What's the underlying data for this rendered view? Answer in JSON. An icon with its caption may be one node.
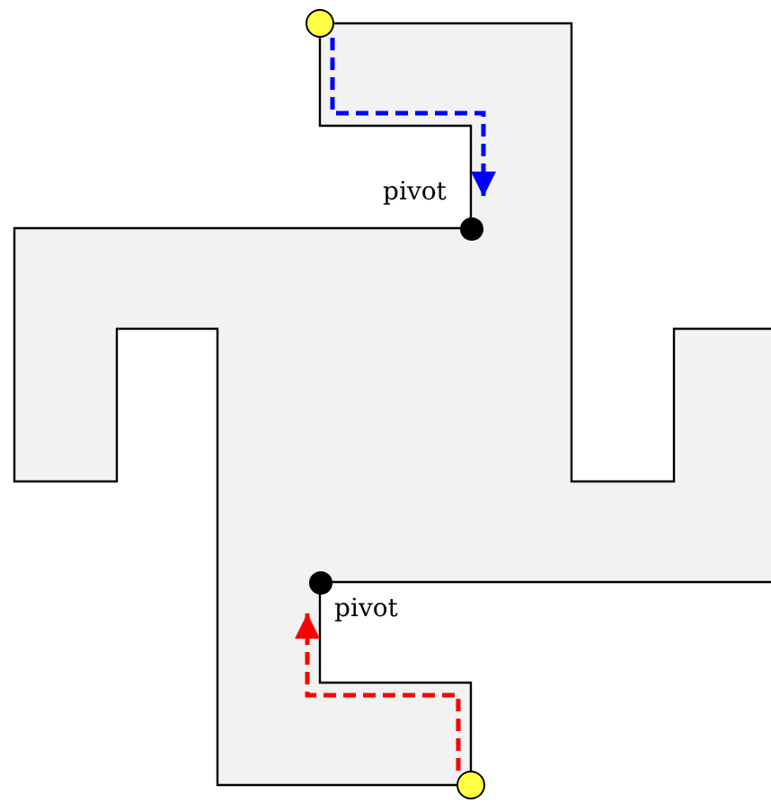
{
  "diagram": {
    "nodes": [
      {
        "text": [],
        "shape": "circle"
      },
      {
        "text": [],
        "shape": "circle",
        "beside": [
          "pivot"
        ]
      },
      {
        "text": [],
        "shape": "circle",
        "beside": [
          "pivot"
        ]
      },
      {
        "text": [],
        "shape": "circle"
      }
    ],
    "edges": [
      {
        "from": 0,
        "to": 1,
        "arrow": "to",
        "style": "dashed",
        "color": "#0000ff"
      },
      {
        "from": 3,
        "to": 2,
        "arrow": "to",
        "style": "dashed",
        "color": "#ff0000"
      }
    ]
  }
}
